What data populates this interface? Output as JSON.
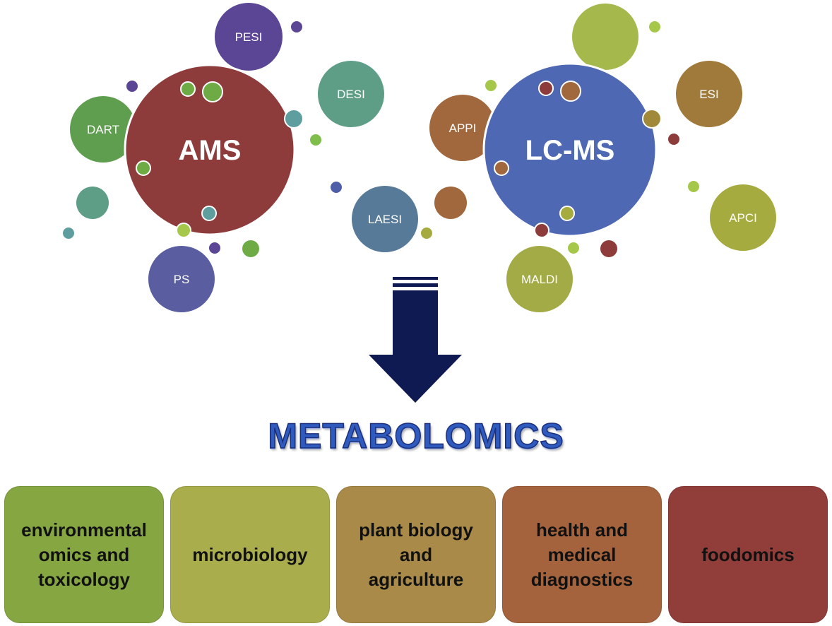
{
  "techniques": [
    {
      "id": "ams",
      "label": "AMS",
      "color": "#8d3b3b",
      "main": true
    },
    {
      "id": "lcms",
      "label": "LC-MS",
      "color": "#4e68b3",
      "main": true
    },
    {
      "id": "pesi",
      "label": "PESI",
      "color": "#5b4595"
    },
    {
      "id": "desi",
      "label": "DESI",
      "color": "#5e9e86"
    },
    {
      "id": "dart",
      "label": "DART",
      "color": "#5f9e4e"
    },
    {
      "id": "ps",
      "label": "PS",
      "color": "#5a5ea0"
    },
    {
      "id": "laesi",
      "label": "LAESI",
      "color": "#587a99"
    },
    {
      "id": "appi",
      "label": "APPI",
      "color": "#a0683c"
    },
    {
      "id": "esi",
      "label": "ESI",
      "color": "#a07a3a"
    },
    {
      "id": "apci",
      "label": "APCI",
      "color": "#a5ab3e"
    },
    {
      "id": "maldi",
      "label": "MALDI",
      "color": "#a3ab46"
    }
  ],
  "title": "METABOLOMICS",
  "applications": [
    {
      "lines": [
        "environmental",
        "omics and",
        "toxicology"
      ],
      "color": "#86a642"
    },
    {
      "lines": [
        "microbiology"
      ],
      "color": "#a9ad4c"
    },
    {
      "lines": [
        "plant biology",
        "and",
        "agriculture"
      ],
      "color": "#a98a48"
    },
    {
      "lines": [
        "health and",
        "medical",
        "diagnostics"
      ],
      "color": "#a4633c"
    },
    {
      "lines": [
        "foodomics"
      ],
      "color": "#913d3a"
    }
  ],
  "colors": {
    "arrow": "#101a52",
    "title_fill": "#2f5bbf",
    "title_outline": "#1b2f7a"
  }
}
